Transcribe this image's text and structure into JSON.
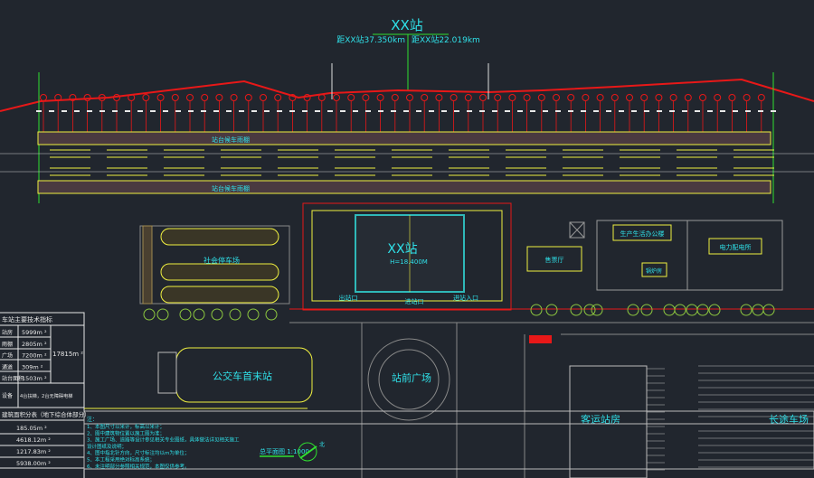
{
  "drawing": {
    "title": "XX站",
    "dist_left": "距XX站37.350km",
    "dist_right": "距XX站22.019km",
    "station_name": "XX站",
    "station_elev": "H=18.400M",
    "exit_label": "出站口",
    "entrance_label": "进站入口",
    "entrance_label2": "进站口",
    "platform_label": "站台候车雨棚"
  },
  "areas": {
    "parking_left": "社会停车场",
    "bus_terminal": "公交车首末站",
    "plaza": "站前广场",
    "coach_station": "客运站房",
    "coach_parking": "长途车场",
    "bldg_1": "售票厅",
    "bldg_2": "生产生活办公楼",
    "bldg_3": "锅炉房",
    "bldg_4": "电力配电所"
  },
  "tech_table": {
    "title": "车站主要技术指标",
    "rows": [
      {
        "label": "站房",
        "value": "5999m ²"
      },
      {
        "label": "雨棚",
        "value": "2805m ²"
      },
      {
        "label": "广场",
        "value": "7200m ²"
      },
      {
        "label": "通道",
        "value": "309m ²"
      },
      {
        "label": "站台面积",
        "value": "1503m ²"
      }
    ],
    "total": "17815m ²",
    "equip_label": "设备",
    "equip_value": "4台扶梯，2台无障碍电梯"
  },
  "area_table": {
    "title": "建筑面积分表（地下综合体部分）",
    "rows": [
      "185.05m ²",
      "4618.12m ²",
      "1217.83m ²",
      "5938.00m ²"
    ]
  },
  "notes": {
    "heading": "注：",
    "items": [
      "1、本图尺寸以米计，标高以米计；",
      "2、图中建筑物位置以施工图为准；",
      "3、施工广场、道路等设计参见相关专业图纸，具体做法详见相关施工",
      "设计图纸及说明；",
      "4、图中指北针方向，尺寸标注均以m为单位；",
      "5、本工程采用绝对标高系统；",
      "6、未注明部分参照相关规范，本图仅供参考。"
    ]
  },
  "scale_label": "总平面图 1:1000",
  "north_label": "北",
  "colors": {
    "background": "#21262e",
    "cyan_text": "#2fe0e8",
    "yellow": "#f0f040",
    "red": "#e81818",
    "green": "#30e030",
    "white": "#e8e8e8"
  }
}
